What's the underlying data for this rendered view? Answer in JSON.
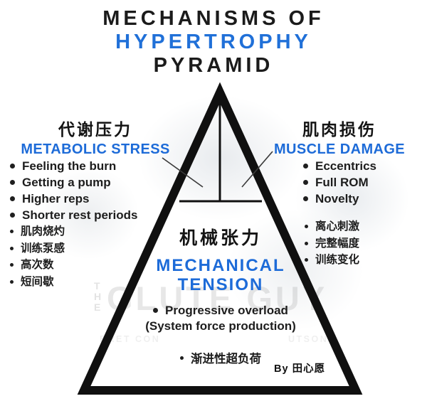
{
  "title": {
    "line1": "MECHANISMS OF",
    "line2": "HYPERTROPHY",
    "line3": "PYRAMID"
  },
  "colors": {
    "accent_blue": "#1d6bd8",
    "title_blue": "#2070d8",
    "ink": "#141414"
  },
  "sections": {
    "metabolic_stress": {
      "title_zh": "代谢压力",
      "title_en": "METABOLIC STRESS",
      "items_en": [
        "Feeling the burn",
        "Getting a pump",
        "Higher reps",
        "Shorter rest periods"
      ],
      "items_zh": [
        "肌肉烧灼",
        "训练泵感",
        "高次数",
        "短间歇"
      ]
    },
    "muscle_damage": {
      "title_zh": "肌肉损伤",
      "title_en": "MUSCLE DAMAGE",
      "items_en": [
        "Eccentrics",
        "Full ROM",
        "Novelty"
      ],
      "items_zh": [
        "离心刺激",
        "完整幅度",
        "训练变化"
      ]
    },
    "mechanical_tension": {
      "title_zh": "机械张力",
      "title_en_line1": "MECHANICAL",
      "title_en_line2": "TENSION",
      "item_en_line1": "Progressive overload",
      "item_en_line2": "(System force production)",
      "item_zh": "渐进性超负荷"
    }
  },
  "credit": "By 田心愿",
  "watermark": {
    "vertical": "THE",
    "main": "GLUTE GUY",
    "fragment_left": "BRET CON",
    "fragment_right": "UTSON"
  }
}
